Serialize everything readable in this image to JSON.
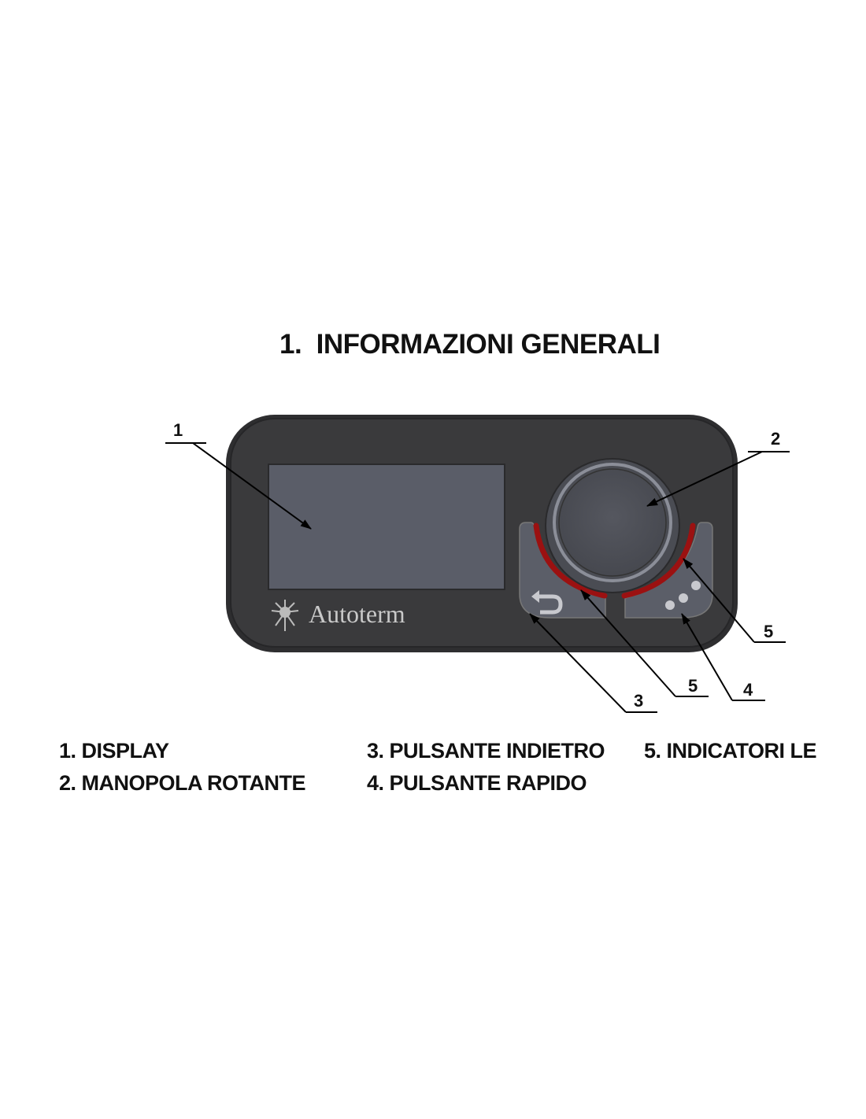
{
  "section_title": "1.  INFORMAZIONI GENERALI",
  "device": {
    "brand": "Autoterm",
    "colors": {
      "body": "#3a3a3c",
      "display": "#5a5d68",
      "led": "#9b1111"
    }
  },
  "callouts": {
    "display": "1",
    "knob": "2",
    "back_button": "3",
    "quick_button": "4",
    "led_left": "5",
    "led_right": "5"
  },
  "legend": {
    "item1": "1. DISPLAY",
    "item2": "2. MANOPOLA ROTANTE",
    "item3": "3. PULSANTE INDIETRO",
    "item4": "4. PULSANTE RAPIDO",
    "item5": "5. INDICATORI LE"
  }
}
